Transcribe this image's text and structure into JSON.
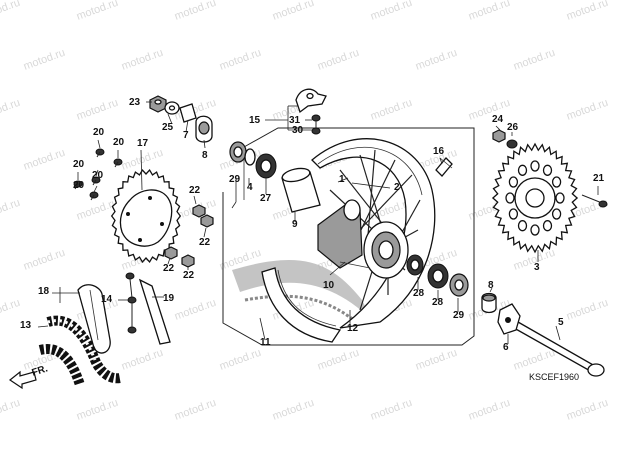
{
  "diagram": {
    "watermark": "motod.ru",
    "code": "KSCEF1960",
    "direction_label": "FR.",
    "callouts": [
      "1",
      "2",
      "3",
      "4",
      "5",
      "6",
      "7",
      "8",
      "9",
      "10",
      "11",
      "12",
      "13",
      "14",
      "15",
      "16",
      "17",
      "18",
      "19",
      "20",
      "21",
      "22",
      "23",
      "24",
      "25",
      "26",
      "27",
      "28",
      "29",
      "30",
      "31"
    ]
  }
}
